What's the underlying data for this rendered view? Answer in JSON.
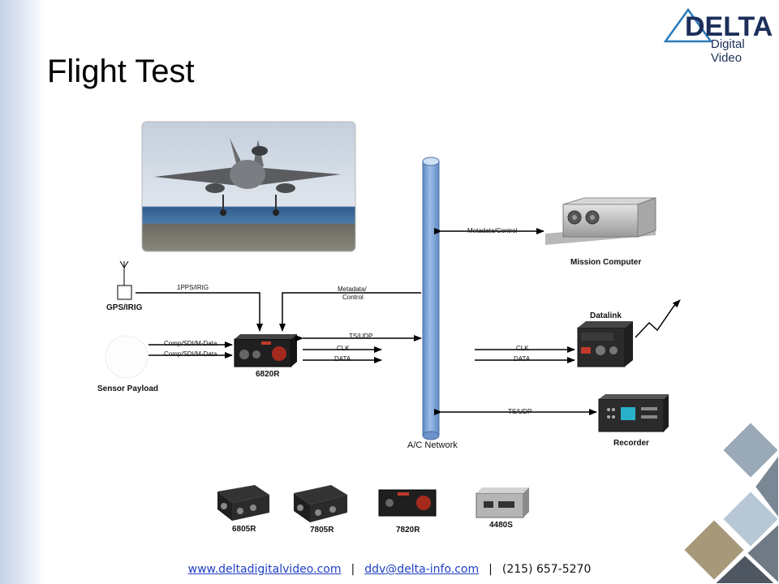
{
  "slide": {
    "title": "Flight Test"
  },
  "logo": {
    "brand": "DELTA",
    "subtitle": "Digital Video"
  },
  "diagram": {
    "network_label": "A/C Network",
    "devices": {
      "mission_computer": "Mission Computer",
      "gps": "GPS/IRIG",
      "datalink": "Datalink",
      "sensor_payload": "Sensor Payload",
      "encoder_6820r": "6820R",
      "recorder": "Recorder"
    },
    "signals": {
      "metadata_control": "Metadata/Control",
      "pps_irig": "1PPS/IRIG",
      "metadata_line1": "Metadata/",
      "metadata_line2": "Control",
      "comp_sdi_1": "Comp/SDI/M-Data",
      "comp_sdi_2": "Comp/SDI/M-Data",
      "ts_udp_1": "TS/UDP",
      "clk_1": "CLK",
      "data_1": "DATA",
      "clk_2": "CLK",
      "data_2": "DATA",
      "ts_udp_2": "TS/UDP"
    },
    "products": [
      "6805R",
      "7805R",
      "7820R",
      "4480S"
    ]
  },
  "footer": {
    "website": "www.deltadigitalvideo.com",
    "email": "ddv@delta-info.com",
    "phone": "(215) 657-5270",
    "separator": "|"
  },
  "colors": {
    "network_pipe": "#7fa6d8",
    "brand": "#1b2f5a",
    "link": "#1f3fc4"
  }
}
